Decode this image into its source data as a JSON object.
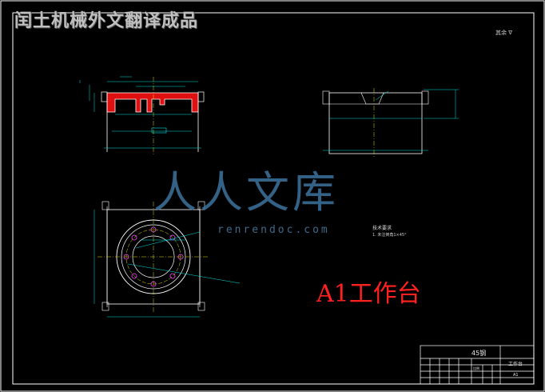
{
  "watermark_title": "闰土机械外文翻译成品",
  "watermark_cn": "人人文库",
  "watermark_url": "renrendoc.com",
  "big_label": "A1工作台",
  "corner_note": "其余 ∇",
  "tech_req": {
    "title": "技术要求",
    "line": "1. 未注倒角1×45°"
  },
  "title_block": {
    "material": "45钢",
    "part_name": "工作台",
    "drawing_no": "A1",
    "scale": "比例"
  },
  "colors": {
    "background": "#000000",
    "frame": "#ffffff",
    "part_outline": "#ffffff",
    "section_fill": "#e01010",
    "dimension": "#00e0e0",
    "centerline": "#e0e000",
    "holes": "#ff40ff"
  }
}
